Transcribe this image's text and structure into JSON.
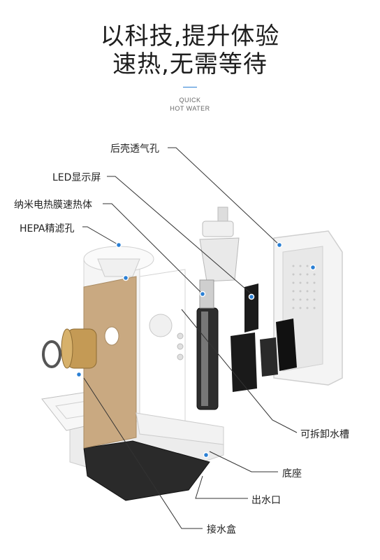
{
  "header": {
    "line1": "以科技,提升体验",
    "line2": "速热,无需等待",
    "sub1": "QUICK",
    "sub2": "HOT WATER"
  },
  "labels": {
    "rear_vent": "后壳透气孔",
    "led_screen": "LED显示屏",
    "nano_heater": "纳米电热膜速热体",
    "hepa_filter": "HEPA精滤孔",
    "removable_tank": "可拆卸水槽",
    "base": "底座",
    "water_outlet": "出水口",
    "drip_tray": "接水盒"
  },
  "colors": {
    "accent": "#2a7fd4",
    "gold_panel": "#c9a981",
    "line": "#333333"
  }
}
